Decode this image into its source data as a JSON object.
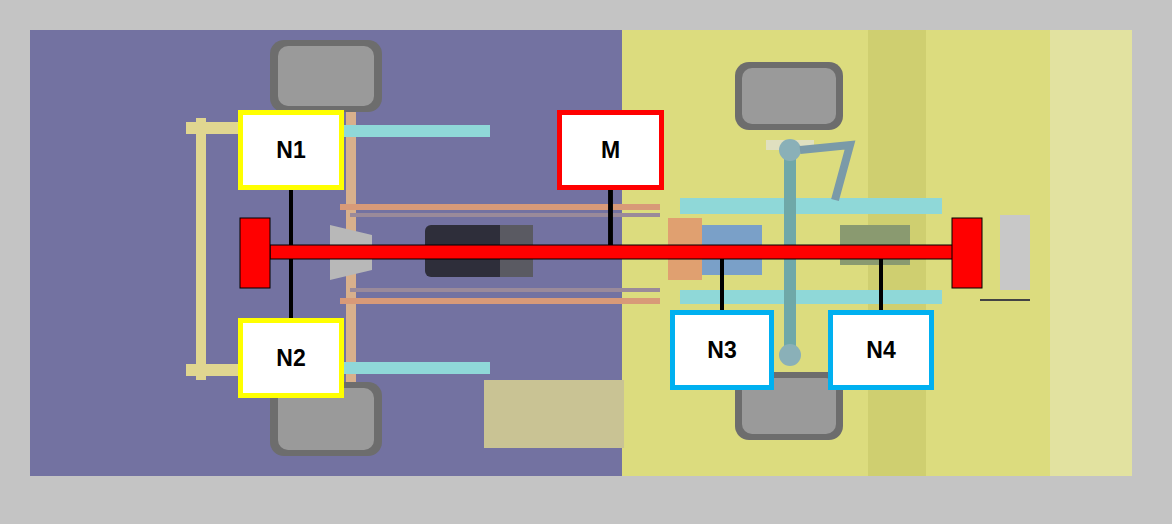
{
  "diagram": {
    "nodes": [
      {
        "text": [
          "N1"
        ]
      },
      {
        "text": [
          "M"
        ]
      },
      {
        "text": [
          "N2"
        ]
      },
      {
        "text": [
          "N3"
        ]
      },
      {
        "text": [
          "N4"
        ]
      }
    ],
    "edges": [
      {
        "from": 1,
        "to": 0,
        "arrow": "none"
      },
      {
        "from": 1,
        "to": 2,
        "arrow": "none"
      },
      {
        "from": 1,
        "to": 3,
        "arrow": "none"
      },
      {
        "from": 1,
        "to": 4,
        "arrow": "none"
      }
    ]
  }
}
